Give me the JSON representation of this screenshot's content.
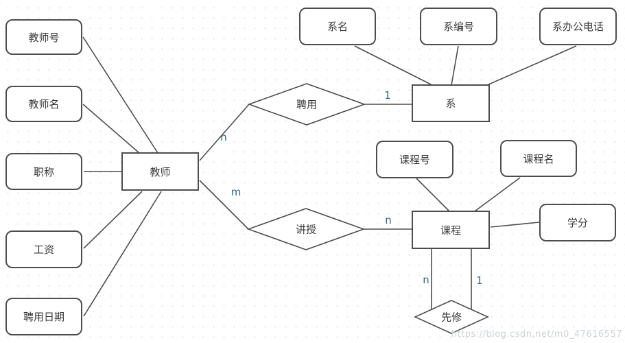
{
  "diagram": {
    "type": "er-diagram",
    "entities": {
      "teacher": {
        "label": "教师"
      },
      "department": {
        "label": "系"
      },
      "course": {
        "label": "课程"
      }
    },
    "attributes": {
      "teacher_id": {
        "label": "教师号"
      },
      "teacher_name": {
        "label": "教师名"
      },
      "job_title": {
        "label": "职称"
      },
      "salary": {
        "label": "工资"
      },
      "hire_date": {
        "label": "聘用日期"
      },
      "dept_name": {
        "label": "系名"
      },
      "dept_no": {
        "label": "系编号"
      },
      "dept_phone": {
        "label": "系办公电话"
      },
      "course_no": {
        "label": "课程号"
      },
      "course_name": {
        "label": "课程名"
      },
      "credit": {
        "label": "学分"
      }
    },
    "relationships": {
      "employ": {
        "label": "聘用"
      },
      "teach": {
        "label": "讲授"
      },
      "prerequisite": {
        "label": "先修"
      }
    },
    "cardinalities": {
      "employ_teacher_side": "n",
      "employ_department_side": "1",
      "teach_teacher_side": "m",
      "teach_course_side": "n",
      "prereq_left": "n",
      "prereq_right": "1"
    },
    "watermark": "https://blog.csdn.net/m0_47616557",
    "colors": {
      "stroke": "#4d4d4d",
      "text": "#383838",
      "cardinality_text": "#33677d",
      "grid_dot": "#e4e4e4",
      "watermark_text": "#cdd3d8"
    }
  }
}
